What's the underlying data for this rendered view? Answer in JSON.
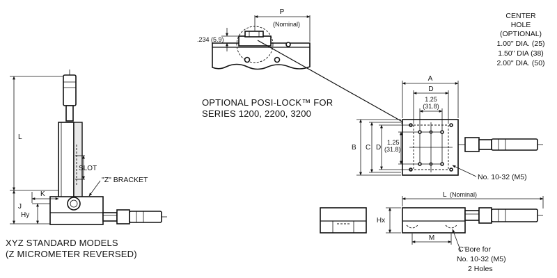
{
  "posilock": {
    "dim_p": "P",
    "dim_p_note": "(Nominal)",
    "dim_height": ".234 (5.9)",
    "caption_line1": "OPTIONAL POSI-LOCK™ FOR",
    "caption_line2": "SERIES 1200, 2200, 3200"
  },
  "center_hole": {
    "title_line1": "CENTER",
    "title_line2": "HOLE",
    "title_line3": "(OPTIONAL)",
    "options": [
      "1.00\" DIA. (25)",
      "1.50\" DIA (38)",
      "2.00\"  DIA. (50)"
    ]
  },
  "xyz_view": {
    "dim_l": "L",
    "dim_j": "J",
    "dim_k": "K",
    "dim_hy": "Hy",
    "slot_label": "SLOT",
    "bracket_label": "\"Z\" BRACKET",
    "caption_line1": "XYZ STANDARD MODELS",
    "caption_line2": "(Z MICROMETER REVERSED)"
  },
  "top_view": {
    "dim_a": "A",
    "dim_d_top": "D",
    "dim_125_top": "1.25",
    "dim_318_top": "(31.8)",
    "dim_b": "B",
    "dim_c": "C",
    "dim_d_side": "D",
    "dim_125_side": "1.25",
    "dim_318_side": "(31.8)",
    "hole_callout": "No. 10-32 (M5)"
  },
  "side_view": {
    "dim_l": "L",
    "dim_l_note": "(Nominal)",
    "dim_hx": "Hx",
    "dim_m": "M",
    "cbore_line1": "C'Bore for",
    "cbore_line2": "No. 10-32 (M5)",
    "cbore_line3": "2 Holes"
  }
}
